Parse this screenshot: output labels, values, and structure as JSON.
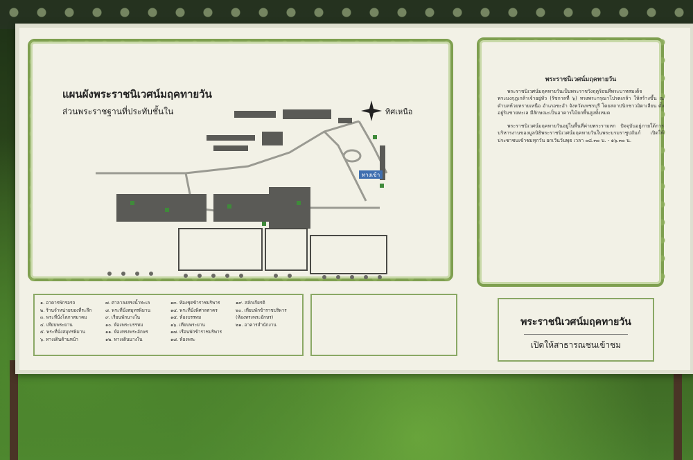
{
  "sign": {
    "map_title": "แผนผังพระราชนิเวศน์มฤคทายวัน",
    "map_subtitle": "ส่วนพระราชฐานที่ประทับชั้นใน",
    "compass_label": "ทิศเหนือ",
    "entrance_label": "ทางเข้า",
    "history_heading": "พระราชนิเวศน์มฤคทายวัน",
    "history_p1": "พระราชนิเวศน์มฤคทายวันเป็นพระราชวังฤดูร้อนที่พระบาทสมเด็จพระมงกุฎเกล้าเจ้าอยู่หัว (รัชกาลที่ ๖) ทรงพระกรุณาโปรดเกล้า ให้สร้างขึ้น ณ ตำบลห้วยทรายเหนือ อำเภอชะอำ จังหวัดเพชรบุรี โดยสถาปนิกชาวอิตาเลียน ตั้งอยู่ริมชายทะเล มีลักษณะเป็นอาคารไม้ยกพื้นสูงทั้งหมด",
    "history_p2": "พระราชนิเวศน์มฤคทายวันอยู่ในพื้นที่ค่ายพระรามหก ปัจจุบันอยู่ภายใต้การบริหารงานของมูลนิธิพระราชนิเวศน์มฤคทายวันในพระบรมราชูปถัมภ์ เปิดให้ประชาชนเข้าชมทุกวัน ยกเว้นวันพุธ เวลา ๐๘.๓๐ น. - ๑๖.๓๐ น.",
    "palace_name": "พระราชนิเวศน์มฤคทายวัน",
    "open_text": "เปิดให้สาธารณชนเข้าชม",
    "legend": [
      [
        "๑. อาคารพักรอรถ",
        "๒. ร้านจำหน่ายของที่ระลึก",
        "๓. พระที่นั่งโสภาสมาคม",
        "๔. เทียบพระยาน",
        "๕. พระที่นั่งสมุทรพิมาน",
        "๖. ทางเดินด้านหน้า"
      ],
      [
        "๗. ศาลาลงสรงน้ำทะเล",
        "๘. พระที่นั่งสมุทรพิมาน",
        "๙. เรือนพักนางใน",
        "๑๐. ห้องพระบรรทม",
        "๑๑. ห้องทรงพระอักษร",
        "๑๒. ทางเดินนางใน"
      ],
      [
        "๑๓. ห้องชุดข้าราชบริพาร",
        "๑๔. พระที่นั่งพิศาลสาคร",
        "๑๕. ห้องบรรทม",
        "๑๖. เทียบพระยาน",
        "๑๗. เรือนพักข้าราชบริพาร",
        "๑๘. ห้องพระ"
      ],
      [
        "๑๙. สลักเกียรติ",
        "๒๐. เทียบพักข้าราชบริพาร",
        "(ห้องทรงพระอักษร)",
        "๒๑. อาคารสำนักงาน"
      ]
    ]
  }
}
